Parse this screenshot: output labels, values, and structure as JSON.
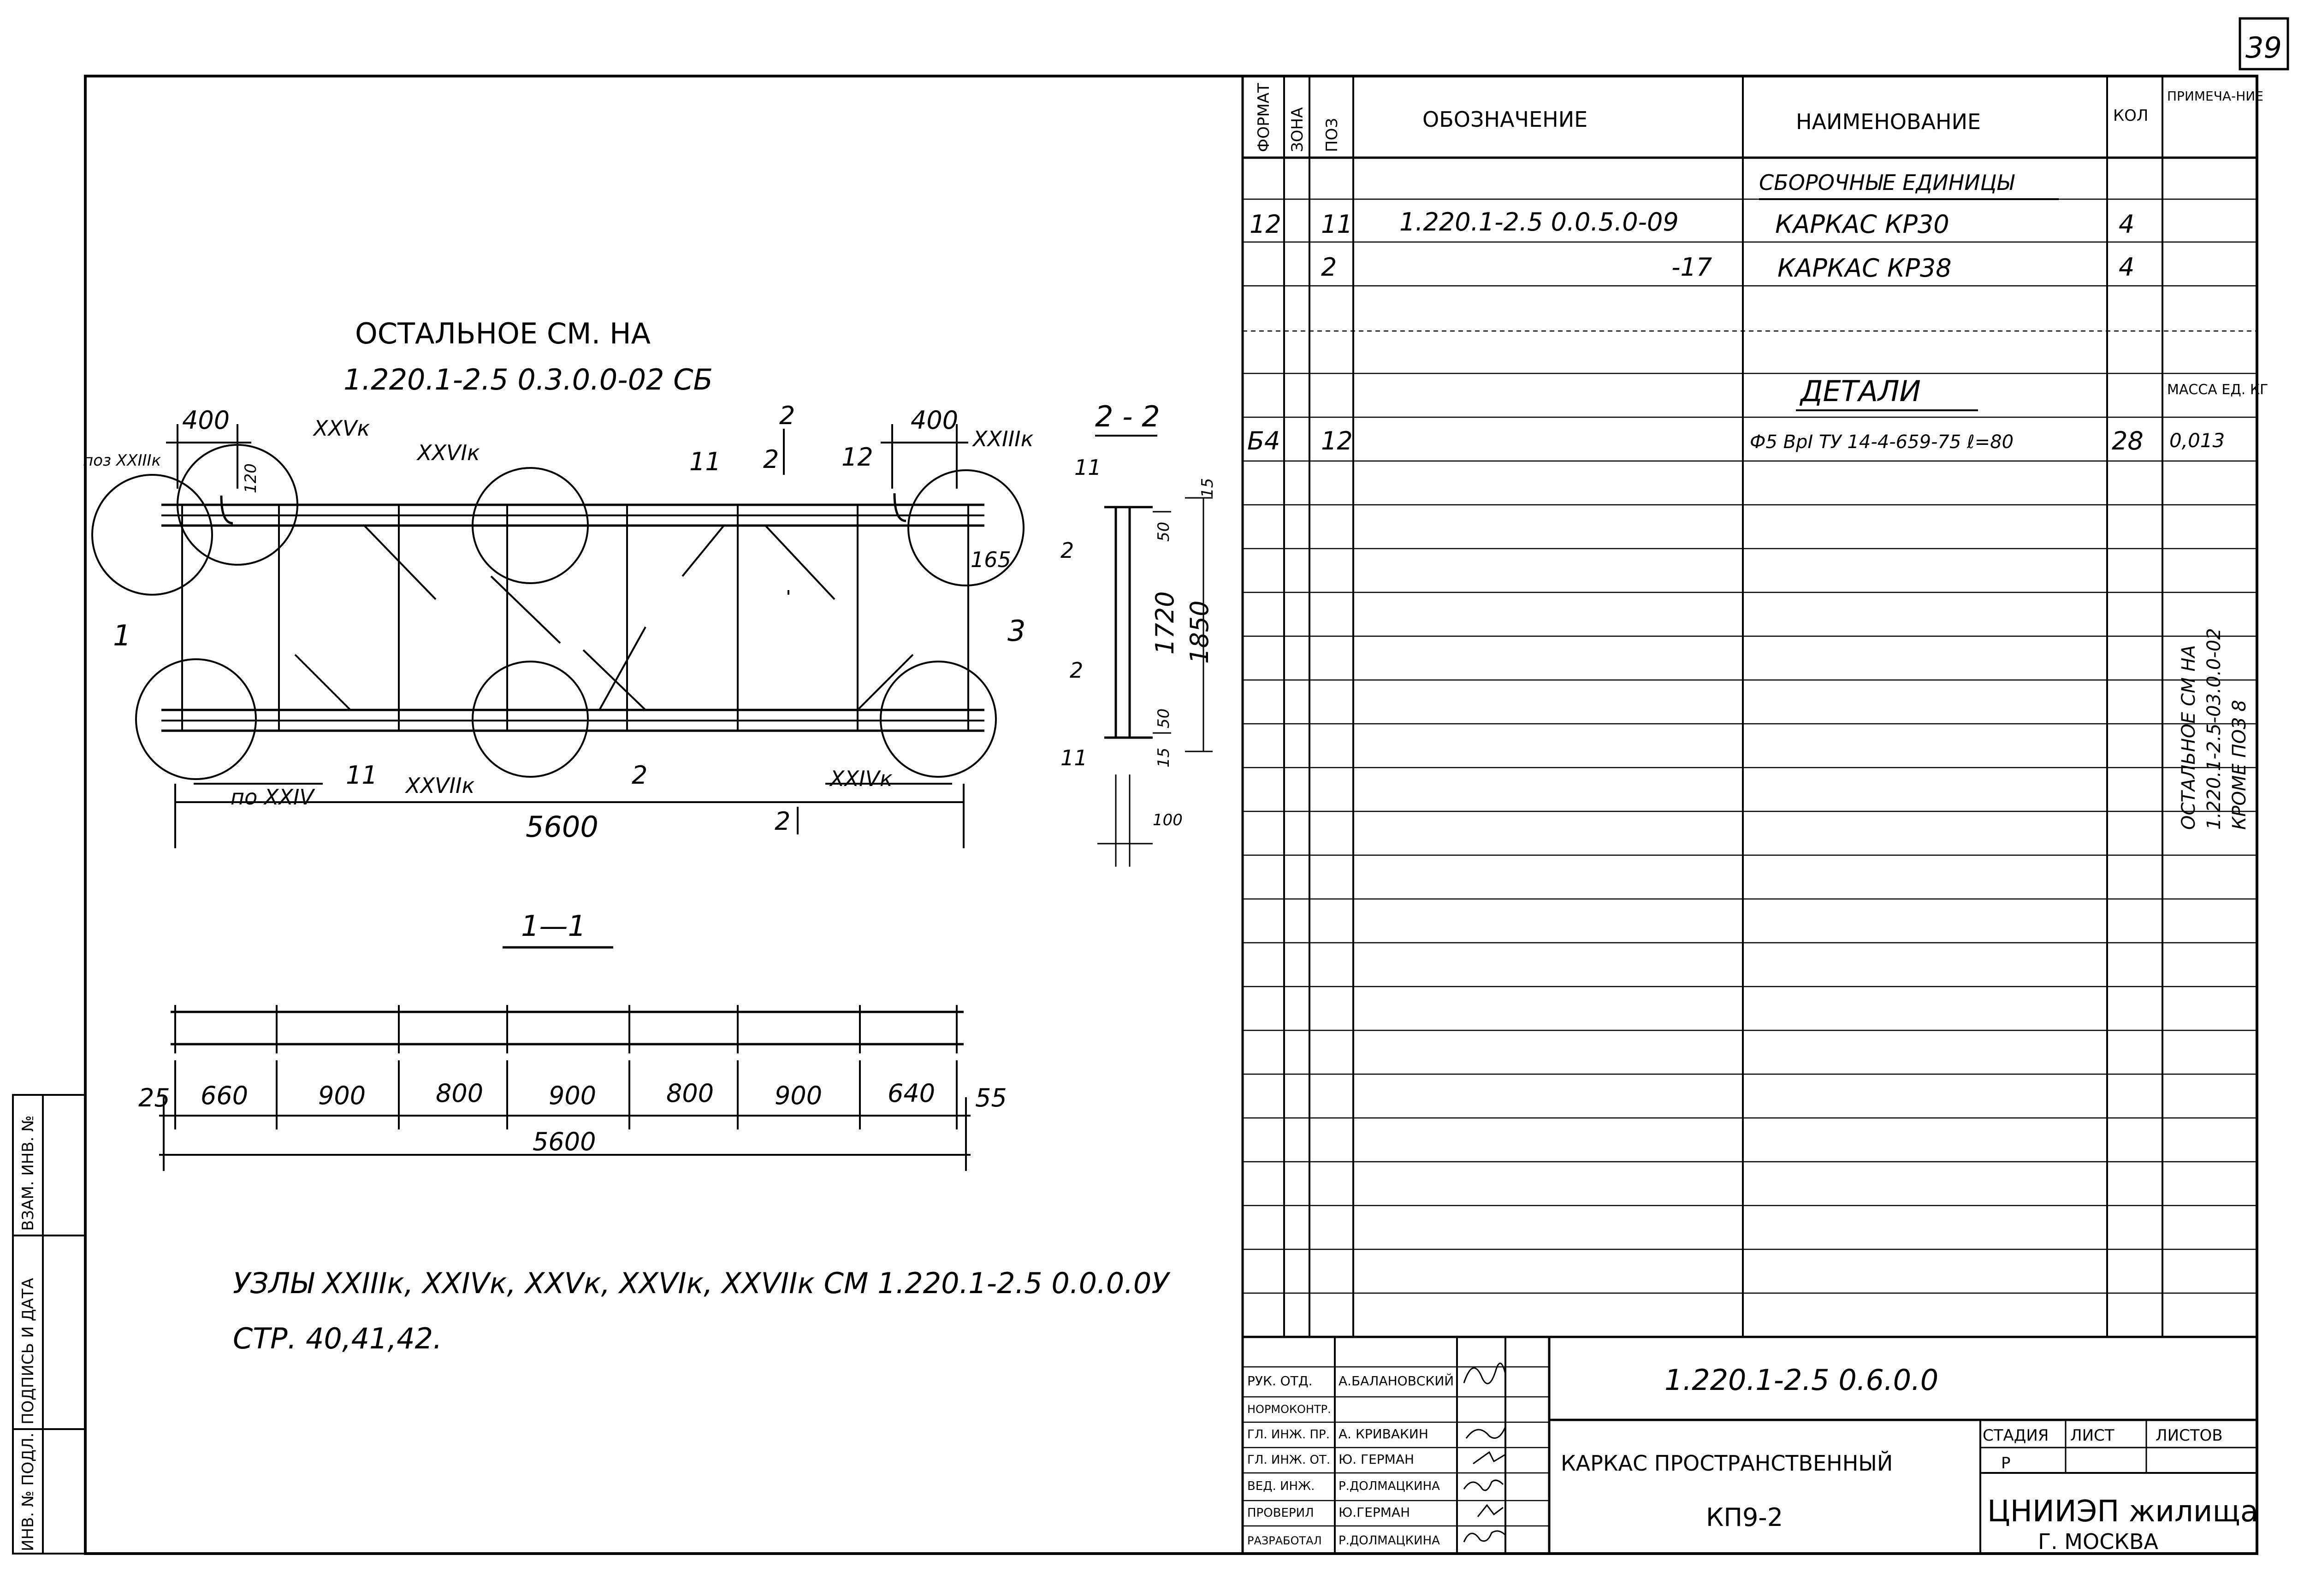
{
  "page_number": "39",
  "spec_table": {
    "headers": {
      "format": "ФОРМАТ",
      "zone": "ЗОНА",
      "pos": "ПОЗ",
      "designation": "ОБОЗНАЧЕНИЕ",
      "name": "НАИМЕНОВАНИЕ",
      "qty": "КОЛ",
      "note": "ПРИМЕЧА-НИЕ"
    },
    "section_assembly": "СБОРОЧНЫЕ ЕДИНИЦЫ",
    "rows_assembly": [
      {
        "format": "12",
        "pos": "11",
        "designation": "1.220.1-2.5 0.0.5.0-09",
        "name": "КАРКАС КР30",
        "qty": "4"
      },
      {
        "format": "",
        "pos": "2",
        "designation": "-17",
        "name": "КАРКАС КР38",
        "qty": "4"
      }
    ],
    "section_details": "ДЕТАЛИ",
    "mass_label": "МАССА ЕД. КГ",
    "rows_details": [
      {
        "format": "Б4",
        "pos": "12",
        "name": "Ф5 ВрI ТУ 14-4-659-75 ℓ=80",
        "qty": "28",
        "note": "0,013"
      }
    ],
    "side_note": [
      "ОСТАЛЬНОЕ СМ НА",
      "1.220.1-2.5-03.0.0-02",
      "КРОМЕ ПОЗ 8"
    ]
  },
  "drawing": {
    "note_line1": "ОСТАЛЬНОЕ СМ. НА",
    "note_line2": "1.220.1-2.5 0.3.0.0-02 СБ",
    "labels": {
      "node_xxiii": "поз XXIIIк",
      "node_xxv": "XXVк",
      "node_xxvi": "XXVIк",
      "node_xxiii_r": "XXIIIк",
      "node_xxiv": "по XXIV",
      "node_xxvii": "XXVIIк",
      "node_xxiv_r": "XXIVк",
      "pos11": "11",
      "pos2": "2",
      "pos12": "12",
      "sec2": "2",
      "sec1": "1",
      "sec3": "3"
    },
    "dims": {
      "d400a": "400",
      "d400b": "400",
      "d120": "120",
      "d165": "165",
      "d5600": "5600",
      "d15a": "15",
      "d50a": "50",
      "d1720": "1720",
      "d1850": "1850",
      "d50b": "50",
      "d15b": "15",
      "d100": "100"
    },
    "section22_title": "2 - 2",
    "section11_title": "1—1",
    "section11_dims": [
      "25",
      "660",
      "900",
      "800",
      "900",
      "800",
      "900",
      "640",
      "55"
    ],
    "section11_total": "5600",
    "nodes_line1": "УЗЛЫ XXIIIк, XXIVк, XXVк, XXVIк, XXVIIк   СМ   1.220.1-2.5   0.0.0.0У",
    "nodes_line2": "СТР. 40,41,42."
  },
  "stamp": {
    "code": "1.220.1-2.5 0.6.0.0",
    "title": "КАРКАС ПРОСТРАНСТВЕННЫЙ",
    "mark": "КП9-2",
    "stage_label": "СТАДИЯ",
    "sheet_label": "ЛИСТ",
    "sheets_label": "ЛИСТОВ",
    "stage_value": "Р",
    "org": "ЦНИИЭП жилища",
    "city": "Г. МОСКВА",
    "people": [
      {
        "role": "РУК. ОТД.",
        "name": "А.БАЛАНОВСКИЙ"
      },
      {
        "role": "НОРМОКОНТР.",
        "name": ""
      },
      {
        "role": "ГЛ. ИНЖ. ПР.",
        "name": "А. КРИВАКИН"
      },
      {
        "role": "ГЛ. ИНЖ. ОТ.",
        "name": "Ю. ГЕРМАН"
      },
      {
        "role": "ВЕД. ИНЖ.",
        "name": "Р.ДОЛМАЦКИНА"
      },
      {
        "role": "ПРОВЕРИЛ",
        "name": "Ю.ГЕРМАН"
      },
      {
        "role": "РАЗРАБОТАЛ",
        "name": "Р.ДОЛМАЦКИНА"
      }
    ]
  },
  "side_stamp": [
    "ИНВ. № ПОДЛ.",
    "ПОДПИСЬ И ДАТА",
    "ВЗАМ. ИНВ. №"
  ]
}
